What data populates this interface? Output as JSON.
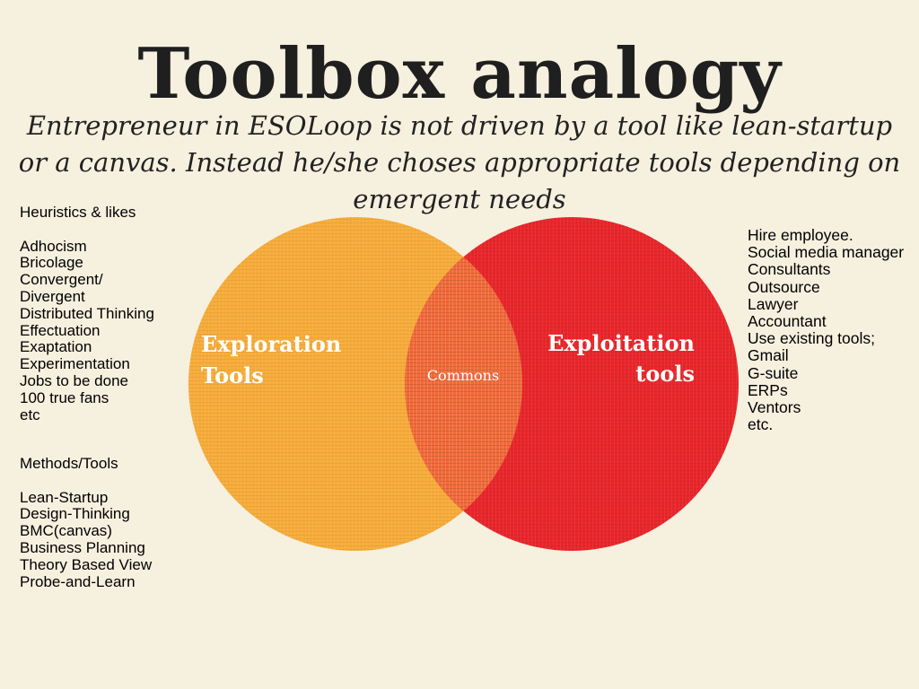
{
  "title": "Toolbox analogy",
  "subtitle": "Entrepreneur in ESOLoop is not driven by a tool like lean-startup or a canvas. Instead he/she choses appropriate tools depending on emergent needs",
  "colors": {
    "background": "#f6f0df",
    "exploration": "#f7ac3a",
    "exploitation": "#e8262b",
    "overlap": "#f26a3a"
  },
  "venn": {
    "left_label_line1": "Exploration",
    "left_label_line2": "Tools",
    "right_label_line1": "Exploitation",
    "right_label_line2": "tools",
    "center_label": "Commons"
  },
  "heuristics": {
    "heading": "Heuristics & likes",
    "items": [
      "Adhocism",
      "Bricolage",
      "Convergent/",
      "Divergent",
      "Distributed Thinking",
      "Effectuation",
      "Exaptation",
      "Experimentation",
      "Jobs to be done",
      "100 true fans",
      "etc"
    ]
  },
  "methods": {
    "heading": "Methods/Tools",
    "items": [
      "Lean-Startup",
      "Design-Thinking",
      "BMC(canvas)",
      "Business Planning",
      "Theory Based View",
      "Probe-and-Learn"
    ]
  },
  "exploitation_list": {
    "items": [
      "Hire employee.",
      "Social media manager",
      "Consultants",
      "Outsource",
      "Lawyer",
      "Accountant",
      "Use existing tools;",
      "Gmail",
      "G-suite",
      "ERPs",
      "Ventors",
      "etc."
    ]
  }
}
